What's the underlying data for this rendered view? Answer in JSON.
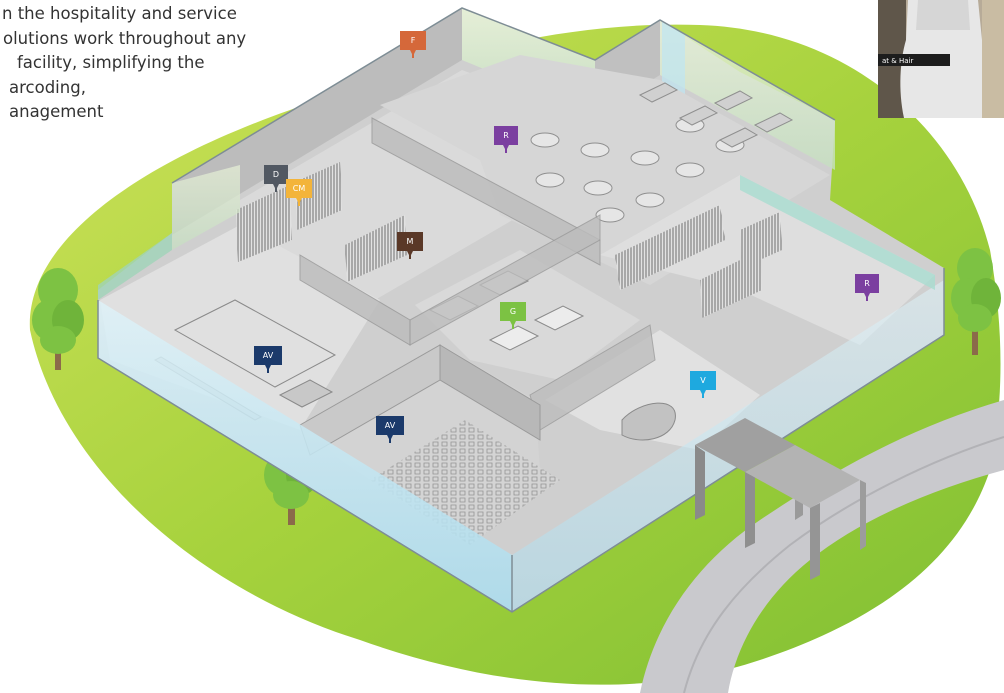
{
  "intro_lines": [
    "n the hospitality and service",
    "olutions work throughout any",
    "facility, simplifying the",
    "arcoding,",
    "anagement"
  ],
  "photo_label": "at & Hair",
  "markers": [
    {
      "id": "F",
      "label": "F",
      "color": "#d5683a"
    },
    {
      "id": "R1",
      "label": "R",
      "color": "#7b3fa0"
    },
    {
      "id": "D",
      "label": "D",
      "color": "#515862"
    },
    {
      "id": "CM",
      "label": "CM",
      "color": "#f3b43a"
    },
    {
      "id": "M",
      "label": "M",
      "color": "#5a3827"
    },
    {
      "id": "R2",
      "label": "R",
      "color": "#7b3fa0"
    },
    {
      "id": "G",
      "label": "G",
      "color": "#7cc243"
    },
    {
      "id": "AV1",
      "label": "AV",
      "color": "#1b3a6b"
    },
    {
      "id": "V",
      "label": "V",
      "color": "#1ea9df"
    },
    {
      "id": "AV2",
      "label": "AV",
      "color": "#1b3a6b"
    }
  ],
  "colors": {
    "lawn": "#9acd3c",
    "lawn_light": "#c8e05a",
    "floor": "#d8d8d8",
    "wall": "#a9b9c2",
    "glass": "#b9e3f0",
    "path": "#c9c9cd"
  }
}
